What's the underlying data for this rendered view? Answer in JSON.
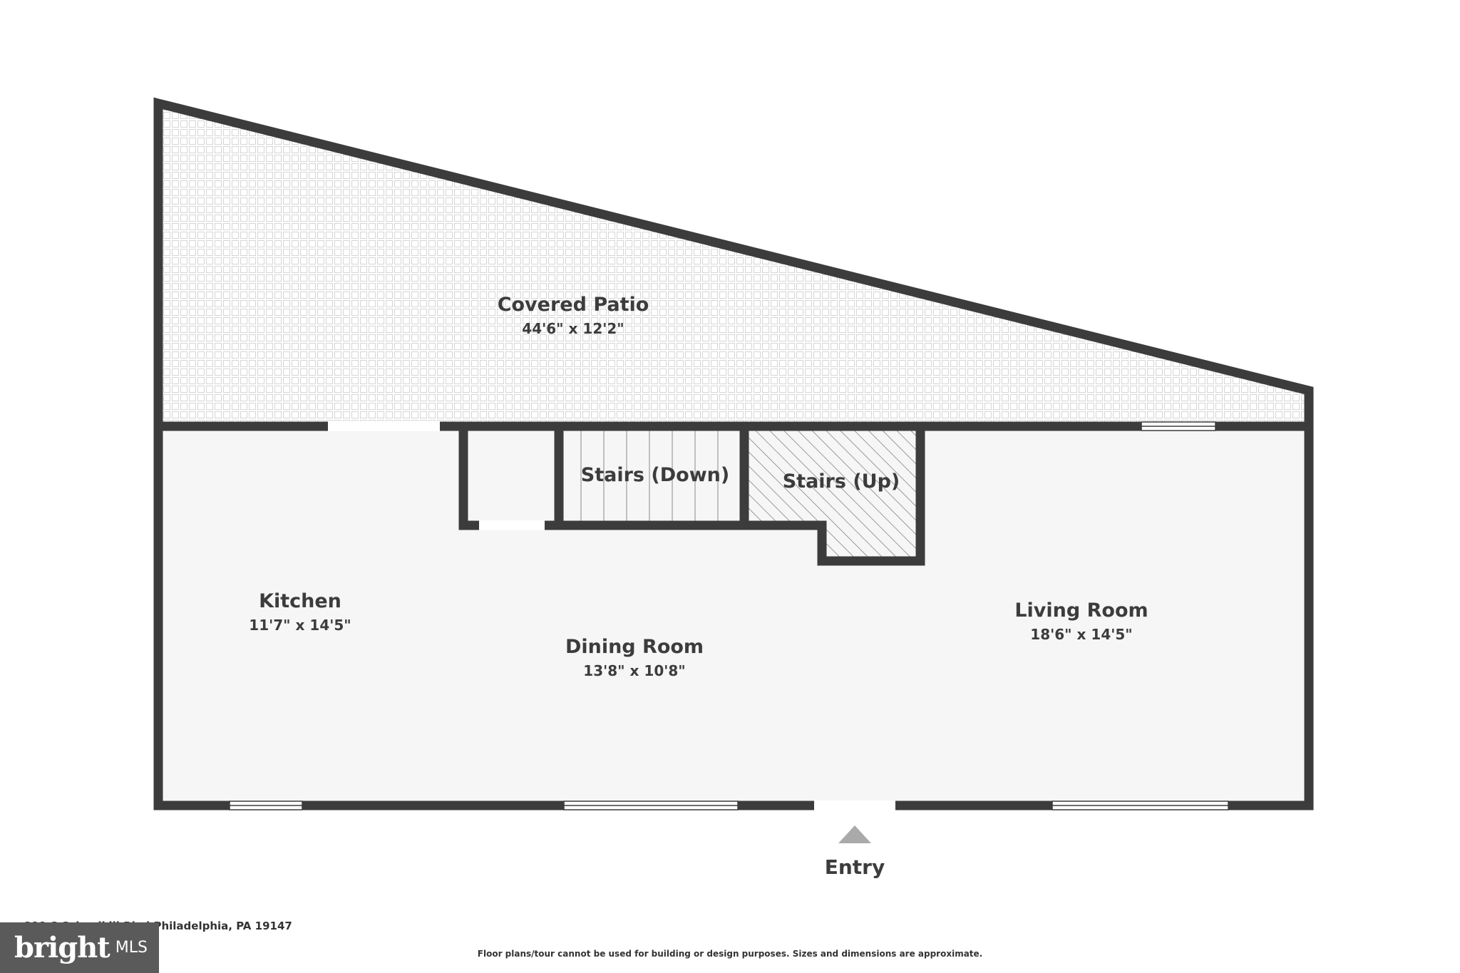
{
  "rooms": [
    {
      "name": "Covered Patio",
      "dim": "44'6\" x 12'2\""
    },
    {
      "name": "Stairs (Down)",
      "dim": ""
    },
    {
      "name": "Stairs (Up)",
      "dim": ""
    },
    {
      "name": "Kitchen",
      "dim": "11'7\" x 14'5\""
    },
    {
      "name": "Dining Room",
      "dim": "13'8\" x 10'8\""
    },
    {
      "name": "Living Room",
      "dim": "18'6\" x 14'5\""
    }
  ],
  "entry": {
    "label": "Entry"
  },
  "footer": {
    "address": "211 S Schuylkill Blvd Philadelphia, PA 19147",
    "disclaimer": "Floor plans/tour cannot be used for building or design purposes. Sizes and dimensions are approximate."
  },
  "logo": {
    "word": "bright",
    "suffix": "MLS"
  },
  "colors": {
    "wall": "#3c3c3c",
    "floor": "#f6f6f6",
    "patio_tile": "#d9d9d9",
    "entry_arrow": "#aaaaaa"
  }
}
